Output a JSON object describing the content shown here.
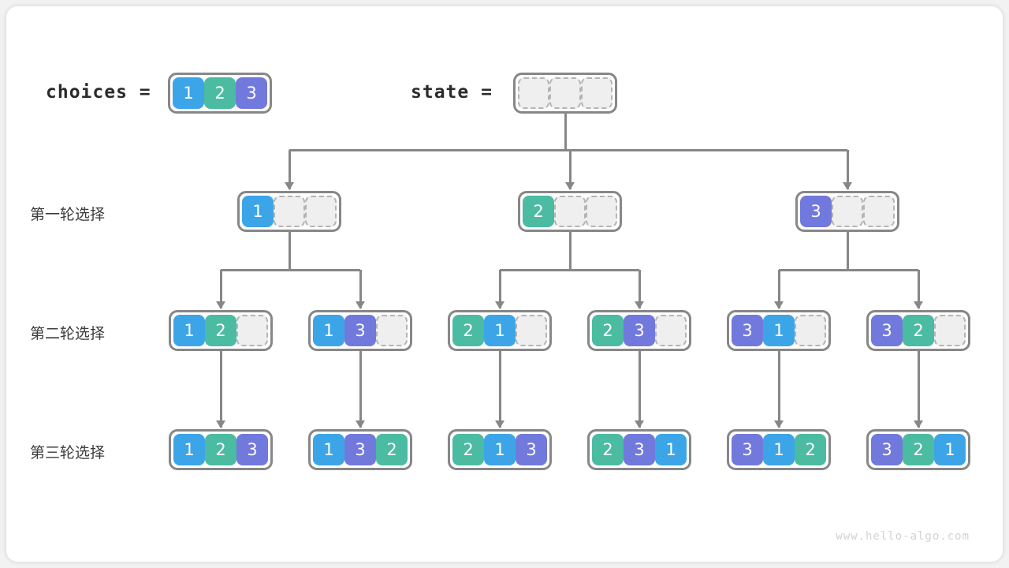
{
  "header": {
    "choices_label": "choices =",
    "state_label": "state ="
  },
  "palette": {
    "value_1": "#3CA5E8",
    "value_2": "#4BBBA2",
    "value_3": "#7279DC",
    "empty_fill": "#efefef",
    "empty_border": "#b4b4b4",
    "container_border": "#878787",
    "connector": "#878787",
    "background": "#f2f2f2",
    "frame": "#ffffff"
  },
  "choices": {
    "name": "choices",
    "cells": [
      "1",
      "2",
      "3"
    ]
  },
  "state": {
    "name": "state",
    "cells": [
      "",
      "",
      ""
    ]
  },
  "rows": [
    {
      "label": "第一轮选择",
      "nodes": [
        {
          "cells": [
            "1",
            "",
            ""
          ]
        },
        {
          "cells": [
            "2",
            "",
            ""
          ]
        },
        {
          "cells": [
            "3",
            "",
            ""
          ]
        }
      ]
    },
    {
      "label": "第二轮选择",
      "nodes": [
        {
          "cells": [
            "1",
            "2",
            ""
          ]
        },
        {
          "cells": [
            "1",
            "3",
            ""
          ]
        },
        {
          "cells": [
            "2",
            "1",
            ""
          ]
        },
        {
          "cells": [
            "2",
            "3",
            ""
          ]
        },
        {
          "cells": [
            "3",
            "1",
            ""
          ]
        },
        {
          "cells": [
            "3",
            "2",
            ""
          ]
        }
      ]
    },
    {
      "label": "第三轮选择",
      "nodes": [
        {
          "cells": [
            "1",
            "2",
            "3"
          ]
        },
        {
          "cells": [
            "1",
            "3",
            "2"
          ]
        },
        {
          "cells": [
            "2",
            "1",
            "3"
          ]
        },
        {
          "cells": [
            "2",
            "3",
            "1"
          ]
        },
        {
          "cells": [
            "3",
            "1",
            "2"
          ]
        },
        {
          "cells": [
            "3",
            "2",
            "1"
          ]
        }
      ]
    }
  ],
  "watermark": "www.hello-algo.com"
}
